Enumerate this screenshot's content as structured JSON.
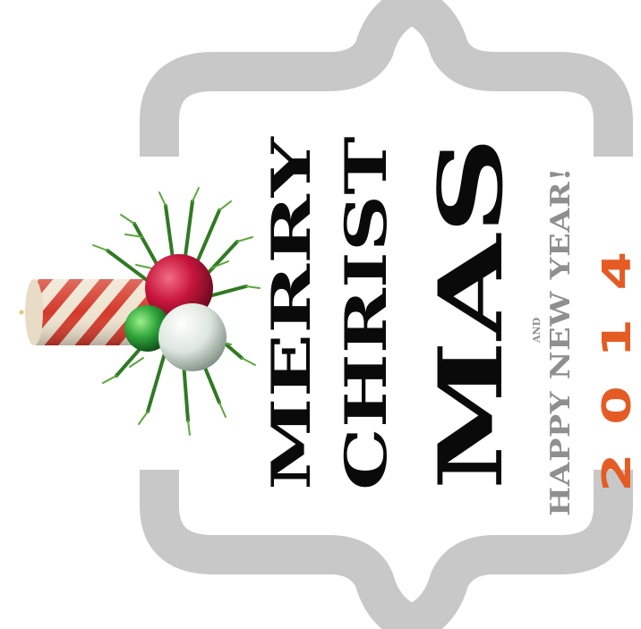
{
  "card": {
    "line1": "MERRY",
    "line2": "CHRIST",
    "line3": "MAS",
    "and": "AND",
    "greeting": "HAPPY NEW YEAR!",
    "year": "2014"
  },
  "colors": {
    "bracket": "#c8c8c8",
    "text": "#0a0a0a",
    "greeting": "#8f8f8f",
    "year": "#e55b24",
    "candy_stripe": "#d43a2a",
    "candy_base": "#efe3cf",
    "pine": "#3f8a2a",
    "ornament_red": "#c8163c",
    "ornament_green": "#2fa53a",
    "ornament_white": "#dde6de"
  },
  "decoration": {
    "icons": [
      "candy-cane-icon",
      "pine-branch-icon",
      "red-ornament-icon",
      "green-ornament-icon",
      "white-ornament-icon"
    ]
  }
}
